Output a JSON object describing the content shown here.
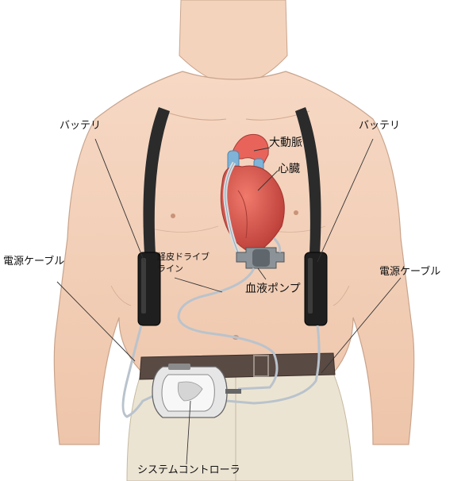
{
  "labels": {
    "battery_left": "バッテリ",
    "battery_right": "バッテリ",
    "power_cable_left": "電源ケーブル",
    "power_cable_right": "電源ケーブル",
    "aorta": "大動脈",
    "heart": "心臓",
    "driveline_line1": "経皮ドライブ",
    "driveline_line2": "ライン",
    "blood_pump": "血液ポンプ",
    "system_controller": "システムコントローラ"
  },
  "colors": {
    "skin": "#f2cfb8",
    "skin_shade": "#e6b89c",
    "strap": "#2b2b2b",
    "belt": "#5a4a44",
    "pants": "#e9e1cf",
    "heart": "#d9574f",
    "aorta": "#e8645a",
    "vessel_blue": "#7fb3d8",
    "cable": "#b9c3cc"
  }
}
